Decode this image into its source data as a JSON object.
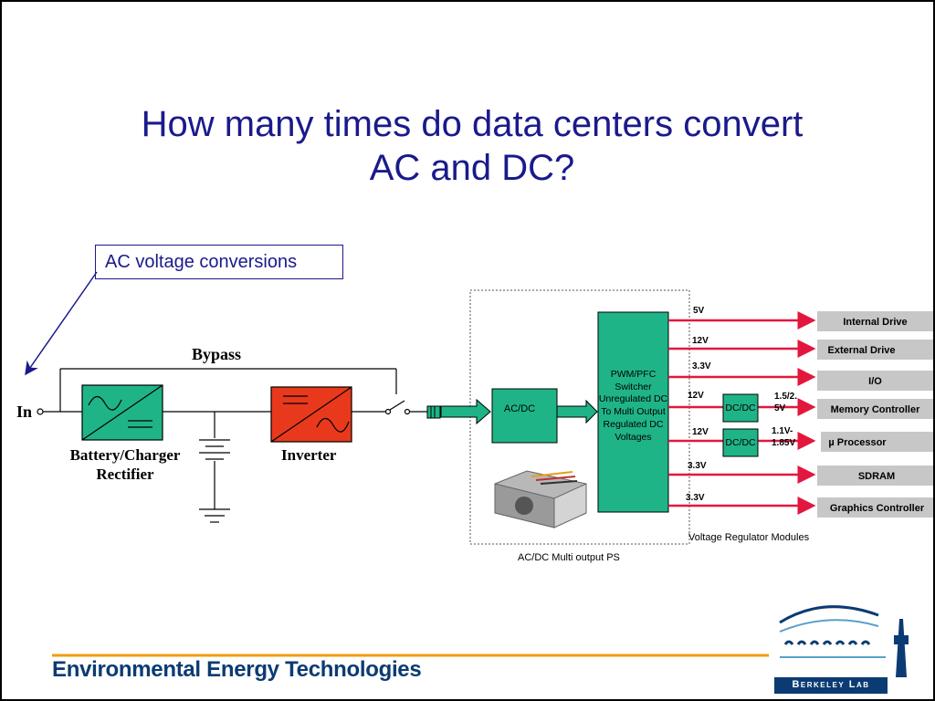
{
  "title_line1": "How many times do data centers convert",
  "title_line2": "AC and DC?",
  "callout": "AC voltage conversions",
  "ups": {
    "in_label": "In",
    "bypass_label": "Bypass",
    "rectifier_label_line1": "Battery/Charger",
    "rectifier_label_line2": "Rectifier",
    "inverter_label": "Inverter"
  },
  "psu": {
    "acdc_label": "AC/DC",
    "pwm_lines": [
      "PWM/PFC",
      "Switcher",
      "Unregulated DC",
      "To Multi Output",
      "Regulated DC",
      "Voltages"
    ],
    "caption": "AC/DC Multi output PS",
    "vrm_caption": "Voltage Regulator Modules",
    "dcdc1": "DC/DC",
    "dcdc2": "DC/DC",
    "rail_labels": [
      "5V",
      "12V",
      "3.3V",
      "12V",
      "12V",
      "3.3V",
      "3.3V"
    ],
    "dcdc_out1": [
      "1.5/2.",
      "5V"
    ],
    "dcdc_out2": [
      "1.1V-",
      "1.85V"
    ]
  },
  "loads": [
    "Internal Drive",
    "External Drive",
    "I/O",
    "Memory Controller",
    "µ Processor",
    "SDRAM",
    "Graphics Controller"
  ],
  "footer": {
    "org": "Environmental Energy Technologies",
    "logo_text": "Berkeley Lab"
  },
  "colors": {
    "title": "#1a1a8c",
    "green_box": "#1fb487",
    "inverter_red": "#e8391d",
    "rail_red": "#e3173e",
    "load_gray": "#c7c7c7",
    "footer_blue": "#0b3b73",
    "footer_line": "#f39c12"
  }
}
